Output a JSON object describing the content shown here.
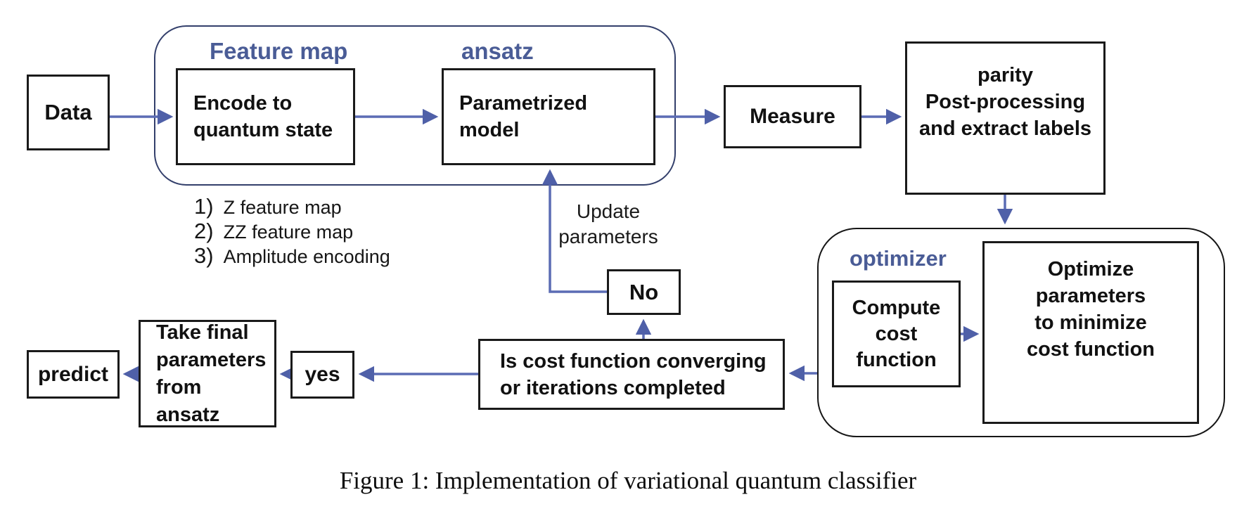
{
  "colors": {
    "arrow": "#5b6cb4",
    "arrowhead": "#4f60a8",
    "section_label": "#4a5c96",
    "feature_container_border": "#333f6b",
    "optimizer_container_border": "#161616",
    "box_border": "#1a1a1a"
  },
  "section_labels": {
    "feature_map": "Feature map",
    "ansatz": "ansatz",
    "optimizer": "optimizer"
  },
  "nodes": {
    "data": "Data",
    "encode": "Encode to\nquantum state",
    "parametrized": "Parametrized\nmodel",
    "measure": "Measure",
    "parity": "parity\nPost-processing\nand extract labels",
    "compute_cost": "Compute\ncost\nfunction",
    "optimize": "Optimize\nparameters\nto minimize\ncost function",
    "is_cost": "Is cost function converging\nor iterations completed",
    "no": "No",
    "yes": "yes",
    "take_final": "Take final\nparameters\nfrom ansatz",
    "predict": "predict"
  },
  "annotations": {
    "update_parameters": "Update\nparameters"
  },
  "encoding_list": [
    {
      "num": "1)",
      "text": "Z feature map"
    },
    {
      "num": "2)",
      "text": "ZZ feature map"
    },
    {
      "num": "3)",
      "text": "Amplitude encoding"
    }
  ],
  "caption": "Figure 1: Implementation of variational quantum classifier"
}
